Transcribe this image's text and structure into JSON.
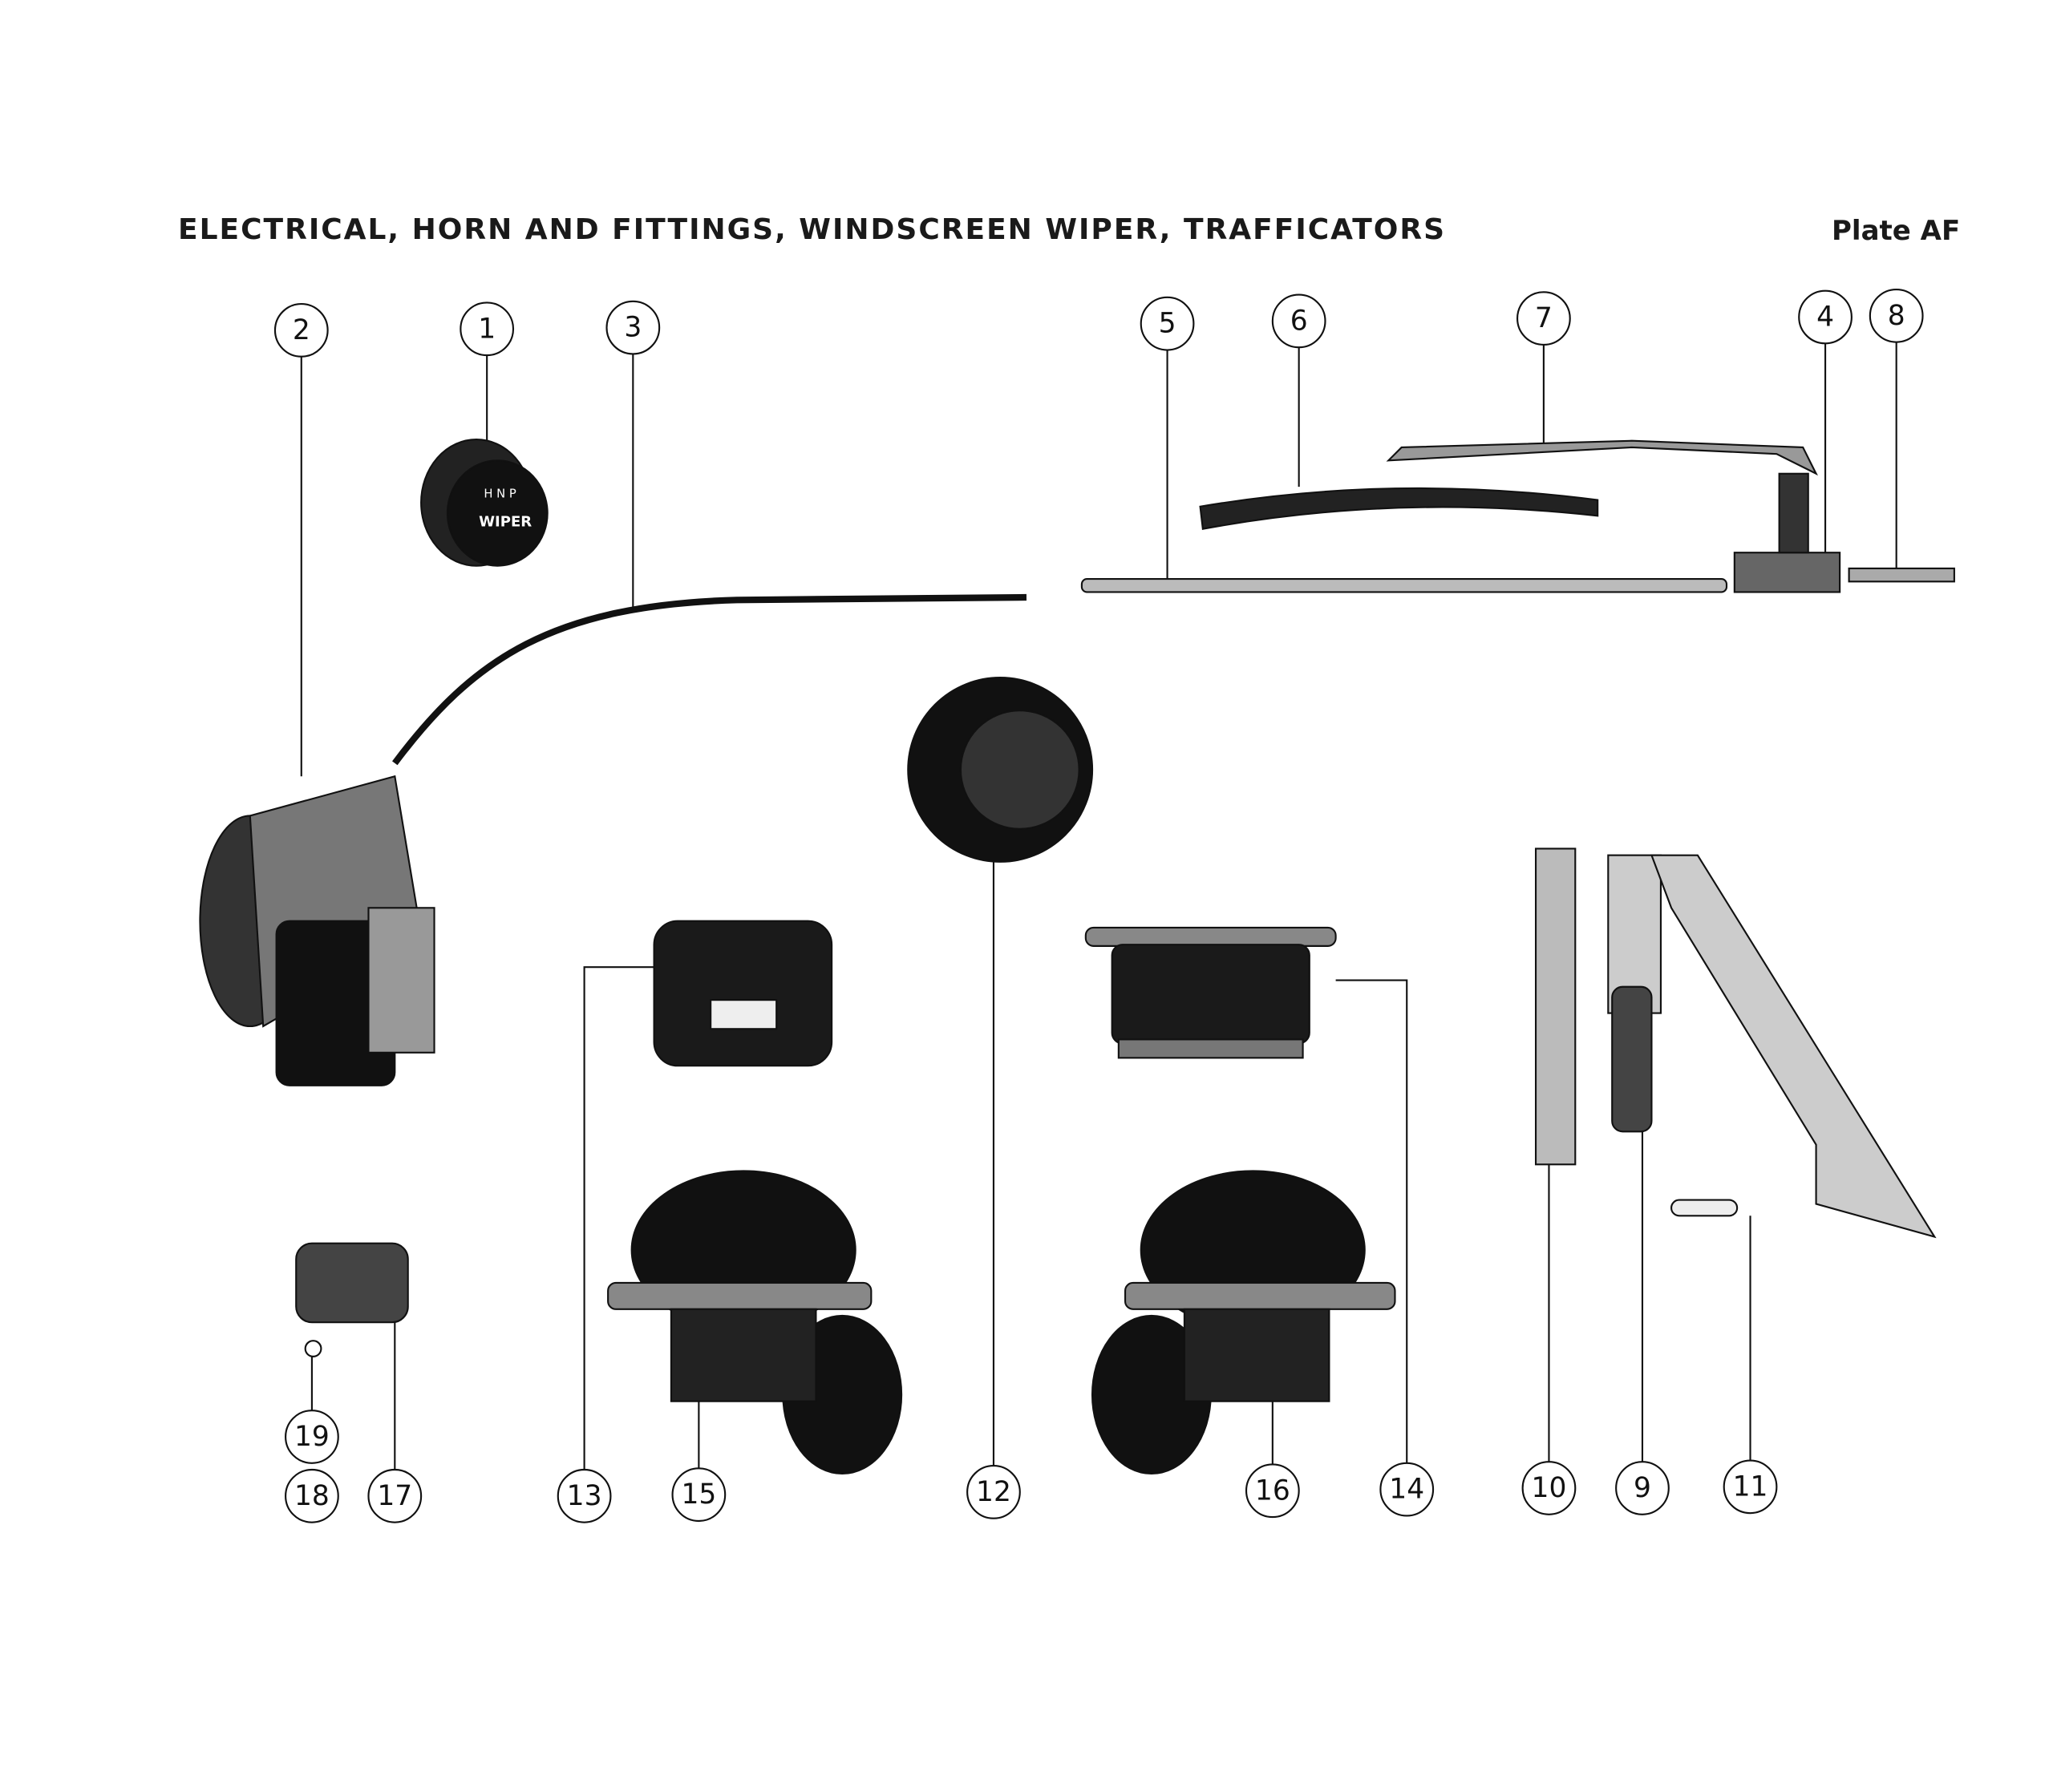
{
  "header": {
    "title": "ELECTRICAL, HORN AND FITTINGS, WINDSCREEN WIPER, TRAFFICATORS",
    "plate": "Plate AF"
  },
  "parts": {
    "switch_label": "WIPER",
    "switch_positions": "H N P"
  },
  "callouts": [
    "1",
    "2",
    "3",
    "4",
    "5",
    "6",
    "7",
    "8",
    "9",
    "10",
    "11",
    "12",
    "13",
    "14",
    "15",
    "16",
    "17",
    "18",
    "19"
  ]
}
